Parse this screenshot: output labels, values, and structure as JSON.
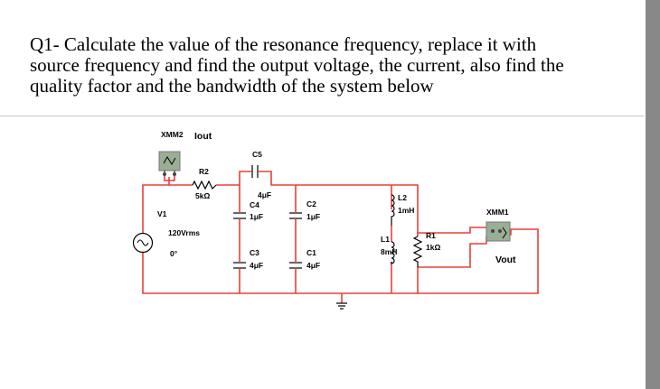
{
  "question": {
    "lines": [
      "Q1-   Calculate the value of the resonance frequency, replace it with",
      "source frequency and find the output voltage, the current, also find the",
      "quality factor and the bandwidth of the system below"
    ]
  },
  "circuit": {
    "xmm2": "XMM2",
    "iout": "Iout",
    "xmm1": "XMM1",
    "vout": "Vout",
    "v1": {
      "name": "V1",
      "value": "120Vrms",
      "phase": "0°"
    },
    "r2": {
      "name": "R2",
      "value": "5kΩ"
    },
    "c5": {
      "name": "C5",
      "value": "4μF"
    },
    "c4": {
      "name": "C4",
      "value": "1μF"
    },
    "c2": {
      "name": "C2",
      "value": "1μF"
    },
    "c3": {
      "name": "C3",
      "value": "4μF"
    },
    "c1": {
      "name": "C1",
      "value": "4μF"
    },
    "l2": {
      "name": "L2",
      "value": "1mH"
    },
    "l1": {
      "name": "L1",
      "value": "8mH"
    },
    "r1": {
      "name": "R1",
      "value": "1kΩ"
    }
  },
  "colors": {
    "wire": "#e8403a",
    "meter_body": "#9aae96",
    "meter_frame": "#777777"
  }
}
